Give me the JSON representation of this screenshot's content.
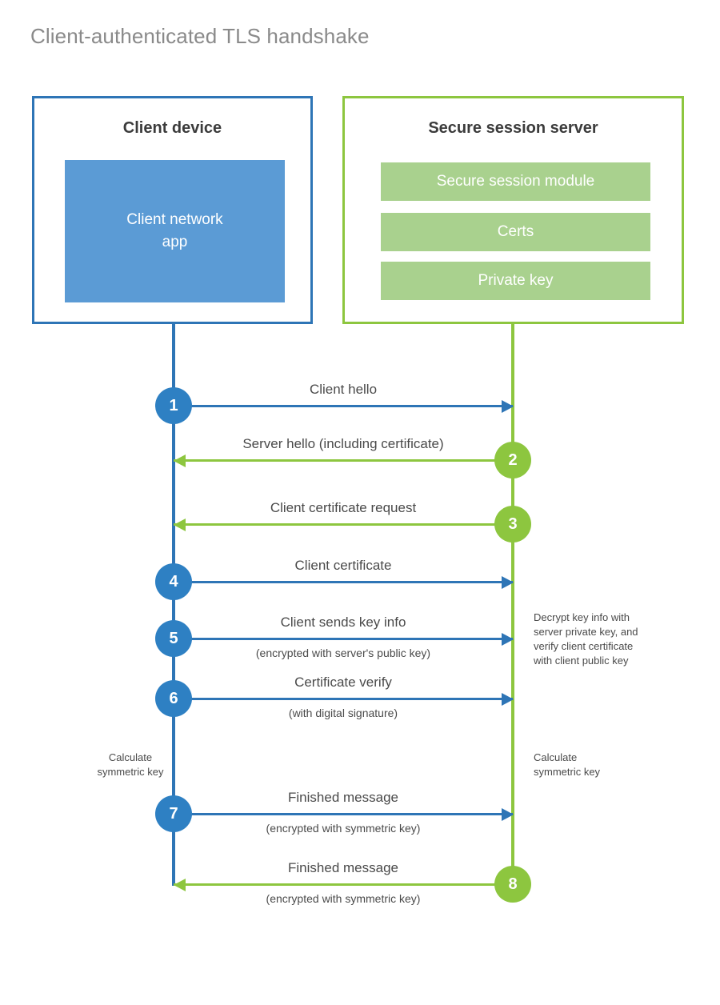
{
  "title": "Client-authenticated TLS handshake",
  "colors": {
    "client_border": "#2E75B6",
    "client_fill": "#5B9BD5",
    "client_circle": "#2E80C3",
    "server_border": "#8DC63F",
    "server_fill": "#A9D18E",
    "server_circle": "#8DC63F",
    "title_text": "#8a8a8a",
    "body_text": "#4a4a4a",
    "background": "#ffffff"
  },
  "client": {
    "title": "Client device",
    "app_label": "Client network\napp"
  },
  "server": {
    "title": "Secure session server",
    "components": [
      "Secure session module",
      "Certs",
      "Private key"
    ]
  },
  "messages": [
    {
      "number": "1",
      "label": "Client hello",
      "sublabel": "",
      "direction": "client-to-server"
    },
    {
      "number": "2",
      "label": "Server hello (including certificate)",
      "sublabel": "",
      "direction": "server-to-client"
    },
    {
      "number": "3",
      "label": "Client certificate request",
      "sublabel": "",
      "direction": "server-to-client"
    },
    {
      "number": "4",
      "label": "Client certificate",
      "sublabel": "",
      "direction": "client-to-server"
    },
    {
      "number": "5",
      "label": "Client sends key info",
      "sublabel": "(encrypted with server's public key)",
      "direction": "client-to-server"
    },
    {
      "number": "6",
      "label": "Certificate verify",
      "sublabel": "(with digital signature)",
      "direction": "client-to-server"
    },
    {
      "number": "7",
      "label": "Finished message",
      "sublabel": "(encrypted with symmetric key)",
      "direction": "client-to-server"
    },
    {
      "number": "8",
      "label": "Finished message",
      "sublabel": "(encrypted with symmetric key)",
      "direction": "server-to-client"
    }
  ],
  "notes": {
    "server_decrypt": "Decrypt key info with\nserver private key, and\nverify client certificate\nwith client public key",
    "client_symmetric_key": "Calculate\nsymmetric key",
    "server_symmetric_key": "Calculate\nsymmetric key"
  }
}
